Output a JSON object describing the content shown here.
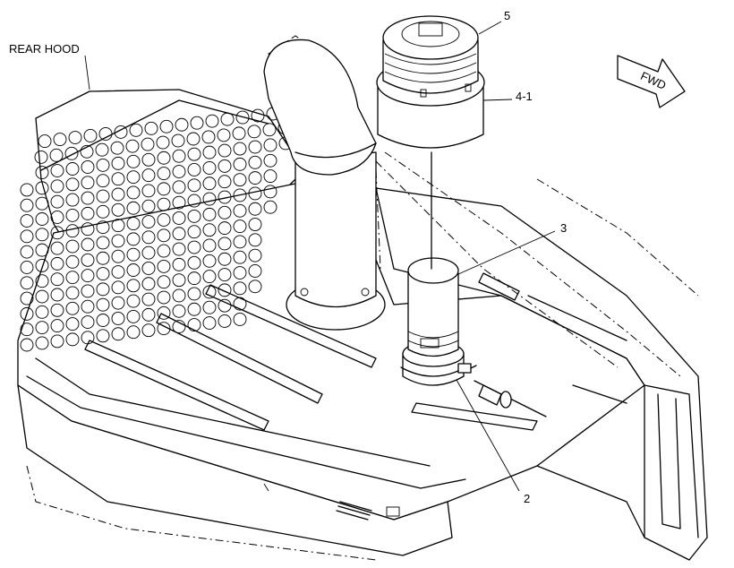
{
  "labels": {
    "rear_hood": "REAR HOOD",
    "fwd": "FWD",
    "callout_5": "5",
    "callout_4_1": "4-1",
    "callout_3": "3",
    "callout_2": "2"
  }
}
